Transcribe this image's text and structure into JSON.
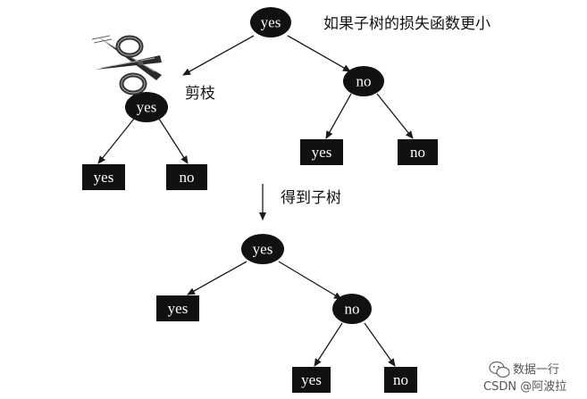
{
  "colors": {
    "node_fill": "#111111",
    "node_text": "#ffffff",
    "edge": "#1a1a1a",
    "label_text": "#111111"
  },
  "annotations": {
    "condition": "如果子树的损失函数更小",
    "prune": "剪枝",
    "result": "得到子树"
  },
  "icons": {
    "scissors": "scissors-icon",
    "wechat": "wechat-icon"
  },
  "watermark": {
    "account": "数据一行",
    "csdn": "CSDN @阿波拉"
  },
  "tree_before": {
    "root": {
      "label": "yes",
      "shape": "ellipse"
    },
    "left": {
      "label": "yes",
      "shape": "ellipse"
    },
    "left_left": {
      "label": "yes",
      "shape": "rect"
    },
    "left_right": {
      "label": "no",
      "shape": "rect"
    },
    "right": {
      "label": "no",
      "shape": "ellipse"
    },
    "right_left": {
      "label": "yes",
      "shape": "rect"
    },
    "right_right": {
      "label": "no",
      "shape": "rect"
    }
  },
  "tree_after": {
    "root": {
      "label": "yes",
      "shape": "ellipse"
    },
    "left": {
      "label": "yes",
      "shape": "rect"
    },
    "right": {
      "label": "no",
      "shape": "ellipse"
    },
    "right_left": {
      "label": "yes",
      "shape": "rect"
    },
    "right_right": {
      "label": "no",
      "shape": "rect"
    }
  }
}
